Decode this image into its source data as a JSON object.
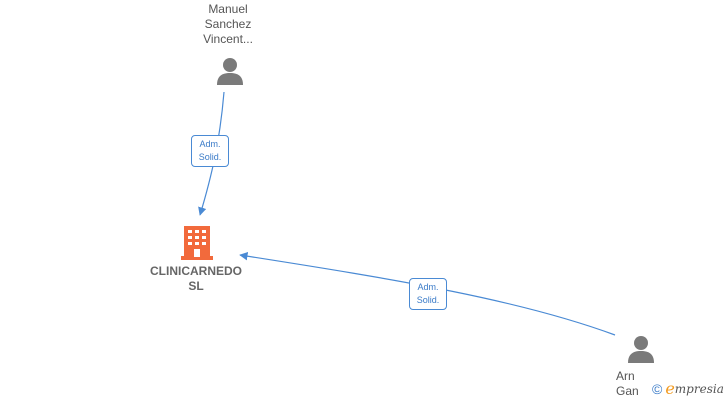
{
  "nodes": {
    "person_top": {
      "name": "Manuel\nSanchez\nVincent...",
      "icon": "person-icon"
    },
    "company": {
      "name": "CLINICARNEDO\nSL",
      "icon": "building-icon",
      "color": "#f26a3c"
    },
    "person_bottom": {
      "name": "Arn\nGan",
      "icon": "person-icon"
    }
  },
  "edges": [
    {
      "from": "person_top",
      "to": "company",
      "role_line1": "Adm.",
      "role_line2": "Solid."
    },
    {
      "from": "person_bottom",
      "to": "company",
      "role_line1": "Adm.",
      "role_line2": "Solid."
    }
  ],
  "colors": {
    "edge": "#4a8ad4",
    "person_icon": "#7a7a7a",
    "company_icon": "#f26a3c"
  },
  "brand": {
    "copyright": "©",
    "first_letter": "e",
    "rest": "mpresia"
  }
}
